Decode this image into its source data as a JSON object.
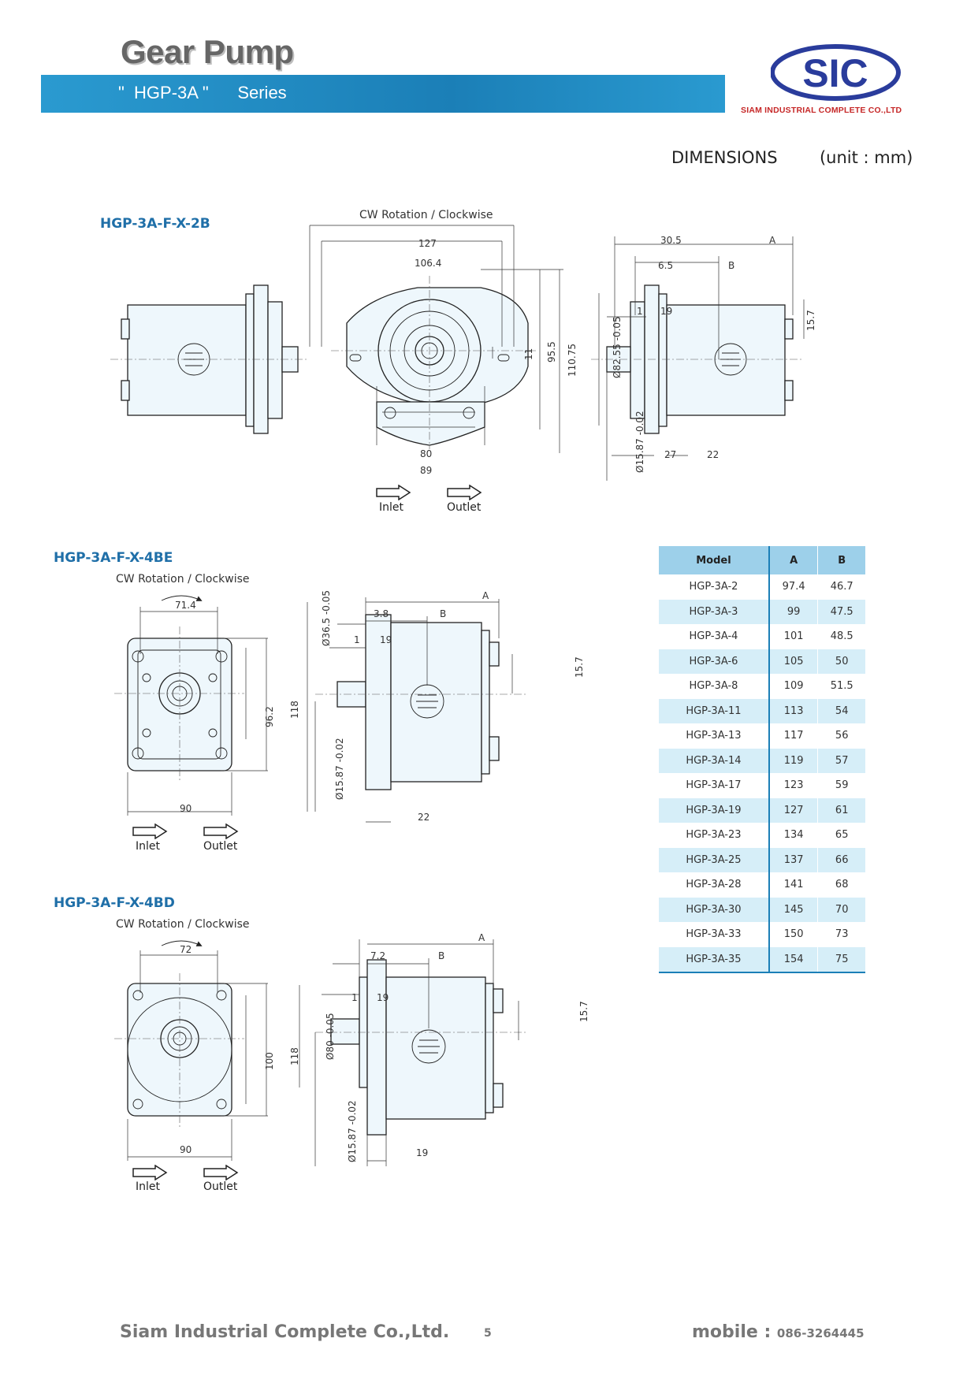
{
  "header": {
    "title": "Gear Pump",
    "series_label": "\"  HGP-3A \"      Series",
    "logo_text": "SIC",
    "company": "SIAM INDUSTRIAL COMPLETE CO.,LTD"
  },
  "dimensions_heading": "DIMENSIONS        (unit : mm)",
  "rotation_label": "CW Rotation / Clockwise",
  "inlet_label": "Inlet",
  "outlet_label": "Outlet",
  "drawings": {
    "d1": {
      "model": "HGP-3A-F-X-2B",
      "dims": {
        "w127": "127",
        "w106": "106.4",
        "w80": "80",
        "w89": "89",
        "h11": "11",
        "h95": "95.5",
        "h110": "110.75",
        "s30": "30.5",
        "sA": "A",
        "s6": "6.5",
        "sB": "B",
        "s1": "1",
        "s19": "19",
        "s157": "15.7",
        "s27": "27",
        "s22": "22",
        "dia82": "Ø82.55 -0.05",
        "dia15": "Ø15.87 -0.02"
      }
    },
    "d2": {
      "model": "HGP-3A-F-X-4BE",
      "dims": {
        "w714": "71.4",
        "h962": "96.2",
        "h118": "118",
        "w90": "90",
        "s38": "3.8",
        "sA": "A",
        "sB": "B",
        "s1": "1",
        "s19": "19",
        "s157": "15.7",
        "s22": "22",
        "dia365": "Ø36.5 -0.05",
        "dia15": "Ø15.87 -0.02"
      }
    },
    "d3": {
      "model": "HGP-3A-F-X-4BD",
      "dims": {
        "w72": "72",
        "h100": "100",
        "h118": "118",
        "w90": "90",
        "s72": "7.2",
        "sA": "A",
        "sB": "B",
        "s1": "1",
        "s19": "19",
        "s157": "15.7",
        "s19b": "19",
        "dia80": "Ø80 -0.05",
        "dia15": "Ø15.87 -0.02"
      }
    }
  },
  "table": {
    "headers": [
      "Model",
      "A",
      "B"
    ],
    "rows": [
      [
        "HGP-3A-2",
        "97.4",
        "46.7"
      ],
      [
        "HGP-3A-3",
        "99",
        "47.5"
      ],
      [
        "HGP-3A-4",
        "101",
        "48.5"
      ],
      [
        "HGP-3A-6",
        "105",
        "50"
      ],
      [
        "HGP-3A-8",
        "109",
        "51.5"
      ],
      [
        "HGP-3A-11",
        "113",
        "54"
      ],
      [
        "HGP-3A-13",
        "117",
        "56"
      ],
      [
        "HGP-3A-14",
        "119",
        "57"
      ],
      [
        "HGP-3A-17",
        "123",
        "59"
      ],
      [
        "HGP-3A-19",
        "127",
        "61"
      ],
      [
        "HGP-3A-23",
        "134",
        "65"
      ],
      [
        "HGP-3A-25",
        "137",
        "66"
      ],
      [
        "HGP-3A-28",
        "141",
        "68"
      ],
      [
        "HGP-3A-30",
        "145",
        "70"
      ],
      [
        "HGP-3A-33",
        "150",
        "73"
      ],
      [
        "HGP-3A-35",
        "154",
        "75"
      ]
    ]
  },
  "footer": {
    "company": "Siam Industrial Complete Co.,Ltd.",
    "page": "5",
    "mobile_label": "mobile : ",
    "mobile_number": "086-3264445"
  }
}
